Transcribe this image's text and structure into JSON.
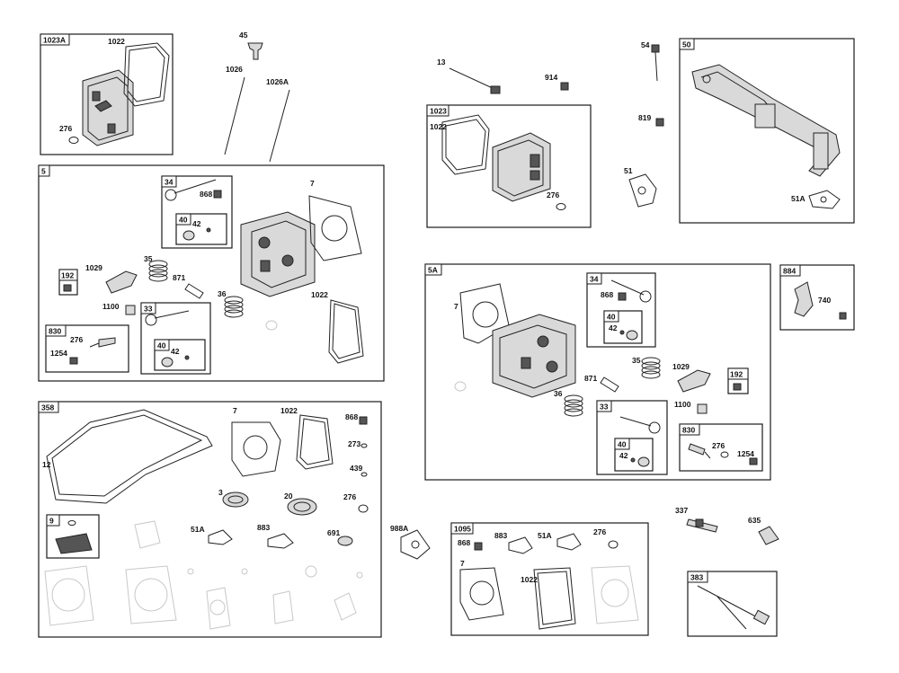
{
  "groups": [
    {
      "id": "1023A"
    },
    {
      "id": "5"
    },
    {
      "id": "34"
    },
    {
      "id": "40"
    },
    {
      "id": "192"
    },
    {
      "id": "830"
    },
    {
      "id": "33"
    },
    {
      "id": "40"
    },
    {
      "id": "358"
    },
    {
      "id": "9"
    },
    {
      "id": "1023"
    },
    {
      "id": "50"
    },
    {
      "id": "5A"
    },
    {
      "id": "34"
    },
    {
      "id": "40"
    },
    {
      "id": "884"
    },
    {
      "id": "192"
    },
    {
      "id": "33"
    },
    {
      "id": "40"
    },
    {
      "id": "830"
    },
    {
      "id": "1095"
    },
    {
      "id": "383"
    }
  ],
  "callouts": [
    "1022",
    "276",
    "45",
    "1026",
    "1026A",
    "7",
    "868",
    "42",
    "35",
    "1029",
    "871",
    "36",
    "1022",
    "1100",
    "276",
    "1254",
    "42",
    "13",
    "914",
    "1022",
    "276",
    "54",
    "819",
    "51",
    "51A",
    "7",
    "868",
    "42",
    "35",
    "1029",
    "871",
    "36",
    "1100",
    "42",
    "276",
    "1254",
    "740",
    "12",
    "7",
    "1022",
    "868",
    "273",
    "439",
    "3",
    "20",
    "276",
    "51A",
    "883",
    "691",
    "988A",
    "868",
    "883",
    "51A",
    "276",
    "7",
    "1022",
    "337",
    "635"
  ]
}
